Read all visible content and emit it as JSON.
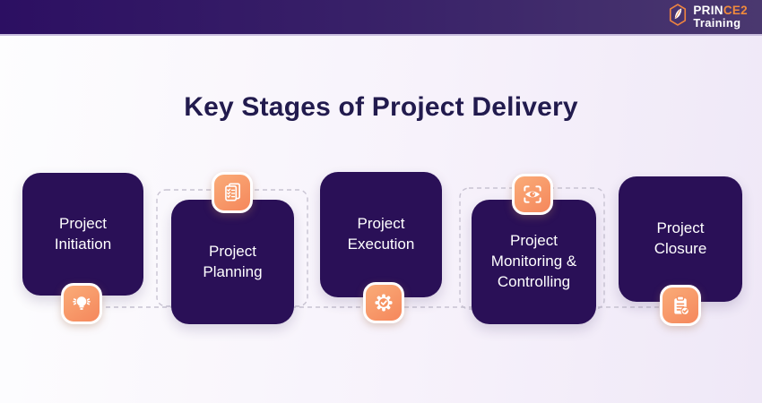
{
  "header": {
    "logo": {
      "brand_white": "PRIN",
      "brand_orange": "CE2",
      "line2": "Training"
    }
  },
  "title": "Key Stages of Project Delivery",
  "stages": [
    {
      "label": "Project Initiation",
      "icon": "lightbulb-icon",
      "icon_position": "bottom"
    },
    {
      "label": "Project Planning",
      "icon": "checklist-icon",
      "icon_position": "top"
    },
    {
      "label": "Project Execution",
      "icon": "gear-check-icon",
      "icon_position": "bottom"
    },
    {
      "label": "Project Monitoring & Controlling",
      "icon": "eye-monitor-icon",
      "icon_position": "top"
    },
    {
      "label": "Project Closure",
      "icon": "clipboard-check-icon",
      "icon_position": "bottom"
    }
  ],
  "colors": {
    "header_gradient_left": "#2c0f62",
    "header_gradient_right": "#4a386f",
    "card_background": "#2a1057",
    "accent_orange": "#f6915f",
    "title_text": "#221b4e",
    "connector_dash": "#c8c3d2",
    "background_tint": "#efe8f7"
  }
}
